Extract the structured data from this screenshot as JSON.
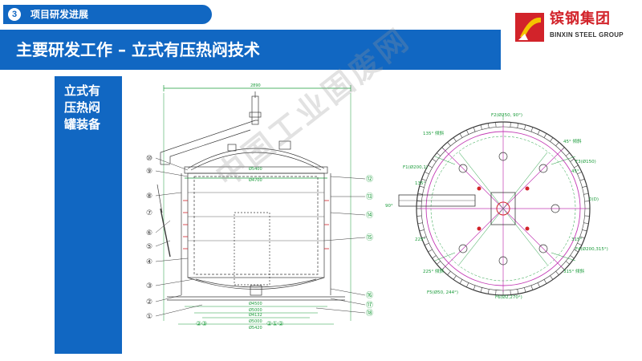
{
  "section": {
    "number": "3",
    "label": "项目研发进展"
  },
  "header": {
    "title": "主要研发工作 – 立式有压热闷技术"
  },
  "logo": {
    "name_cn": "镔钢集团",
    "name_en": "BINXIN STEEL GROUP"
  },
  "side_panel": {
    "lines": [
      "立式有",
      "压热闷",
      "罐装备"
    ]
  },
  "watermark": {
    "text": "中国工业固废网"
  },
  "colors": {
    "primary": "#1167c2",
    "logo_red": "#d2232a",
    "drawing_line": "#3a3a3a",
    "drawing_green": "#1a9b3a",
    "drawing_magenta": "#c23ab4"
  },
  "drawing": {
    "elevation": {
      "top_dimension": "2890",
      "callouts_left": [
        "⑩",
        "⑨",
        "⑧",
        "⑦",
        "⑥",
        "⑤",
        "④",
        "③",
        "②",
        "①"
      ],
      "callouts_right": [
        "⑫",
        "⑬",
        "⑭",
        "⑮",
        "⑯",
        "⑰",
        "⑱"
      ],
      "bottom_labels": [
        "②③",
        "②①②"
      ],
      "dims": [
        "Ø5400",
        "Ø4700",
        "Ø4500",
        "Ø5000",
        "Ø4132",
        "Ø5000",
        "Ø5420"
      ]
    },
    "plan": {
      "labels": [
        "F2(Ø250, 90°)",
        "F1(Ø200,1)",
        "F3(Ø150)",
        "F4(Ø200,315°)",
        "F5(Ø50, 244°)",
        "F6(Ø2,270°)",
        "90°",
        "0(D)"
      ],
      "angles": [
        "135° 倾斜",
        "45° 倾斜",
        "225° 倾斜",
        "315° 倾斜",
        "45°",
        "135°",
        "225°",
        "315°"
      ]
    }
  }
}
